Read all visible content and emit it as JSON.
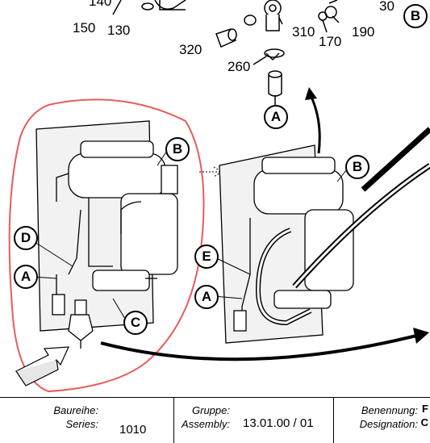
{
  "parts": {
    "p140": "140",
    "p150": "150",
    "p130": "130",
    "p30": "30",
    "p320": "320",
    "p310": "310",
    "p170": "170",
    "p190": "190",
    "p260": "260"
  },
  "callouts": {
    "top_b": "B",
    "top_a": "A",
    "left_b": "B",
    "left_d": "D",
    "left_a": "A",
    "left_c": "C",
    "right_b": "B",
    "right_e": "E",
    "right_a": "A"
  },
  "footer": {
    "series_label_de": "Baureihe:",
    "series_label_en": "Series:",
    "series_value": "1010",
    "group_label_de": "Gruppe:",
    "group_label_en": "Assembly:",
    "group_value": "13.01.00 / 01",
    "name_label_de": "Benennung:",
    "name_label_en": "Designation:",
    "name_value_1": "F",
    "name_value_2": "C"
  },
  "colors": {
    "highlight": "#e85a5a",
    "line": "#000000",
    "panel": "#f2f2f2"
  }
}
